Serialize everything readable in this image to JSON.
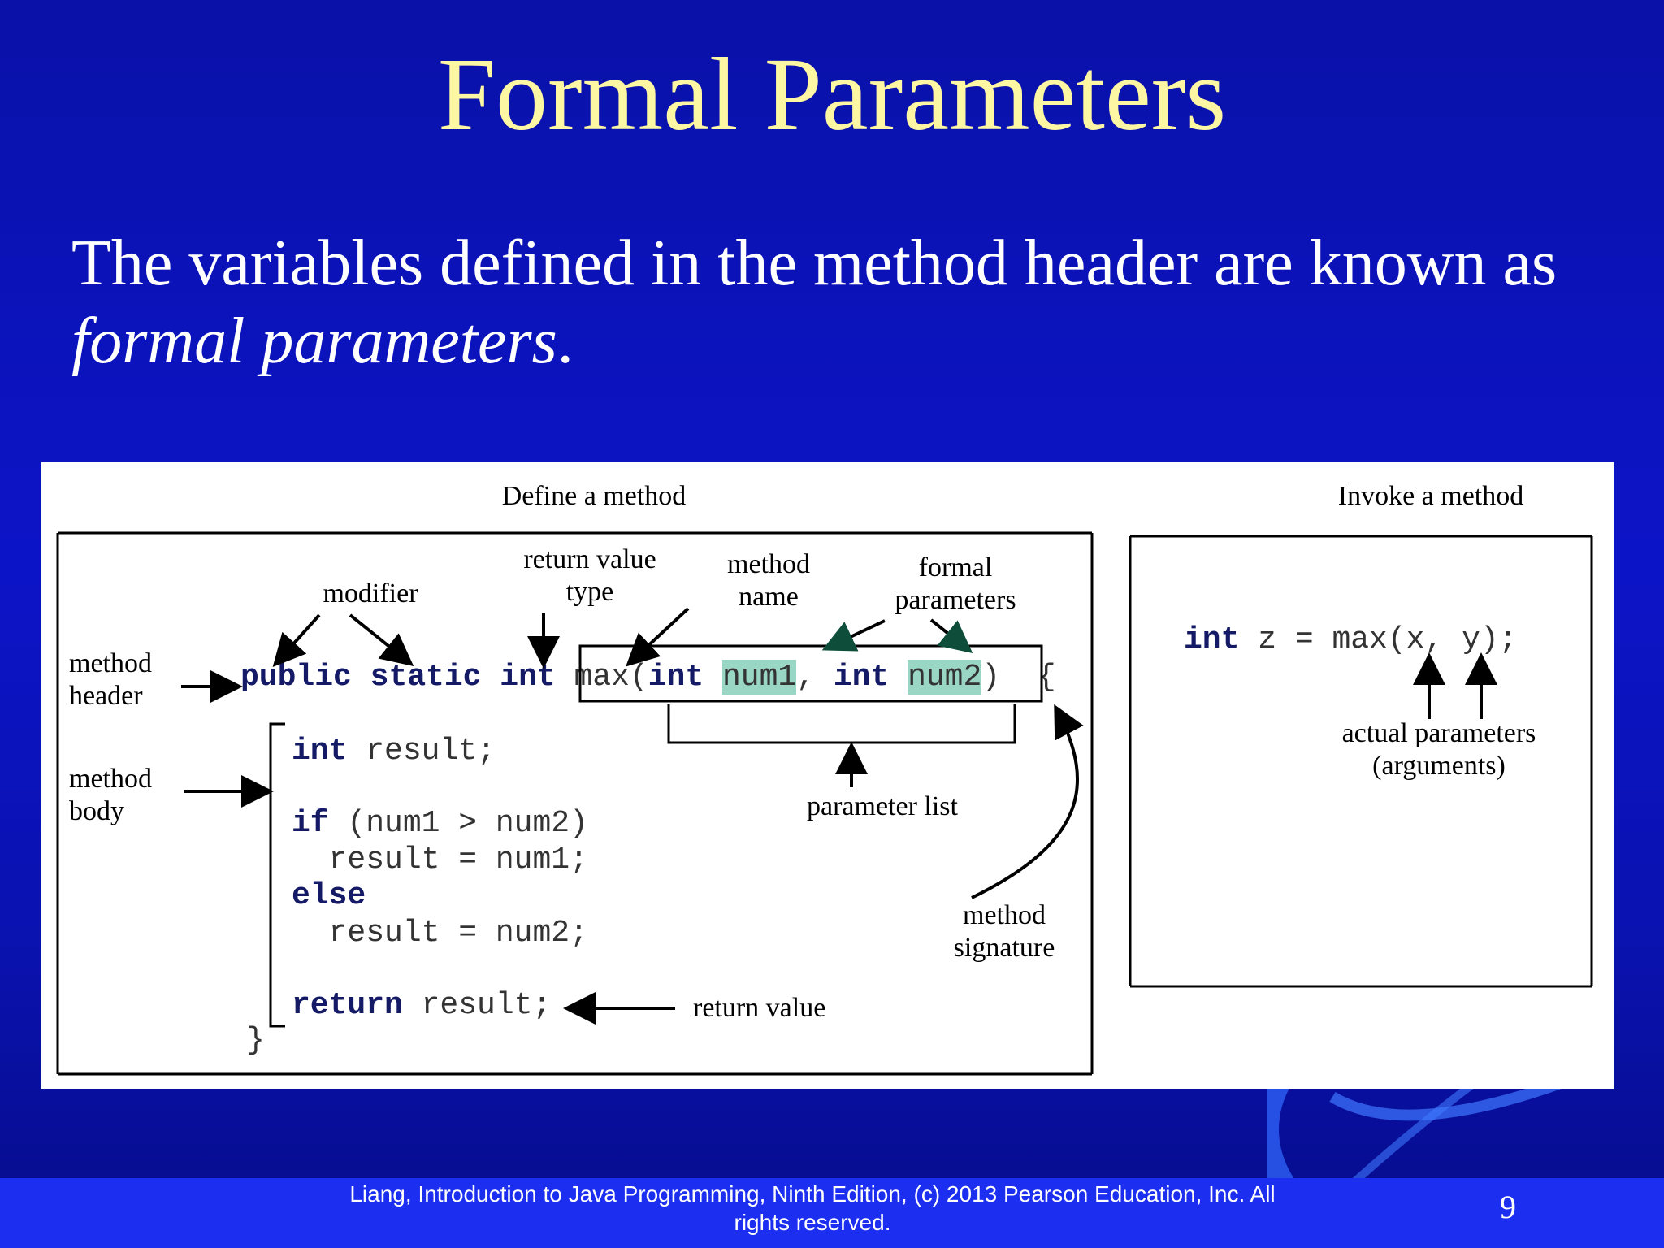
{
  "slide": {
    "title": "Formal Parameters",
    "intro_text": "The variables defined in the method header are known as ",
    "intro_emphasis": "formal parameters",
    "intro_end": ".",
    "footer_line1": "Liang, Introduction to Java Programming, Ninth Edition, (c) 2013 Pearson Education, Inc. All",
    "footer_line2": "rights reserved.",
    "page_number": "9"
  },
  "define": {
    "heading": "Define a method",
    "labels": {
      "modifier": "modifier",
      "return_type_1": "return value",
      "return_type_2": "type",
      "method_name_1": "method",
      "method_name_2": "name",
      "formal_params_1": "formal",
      "formal_params_2": "parameters",
      "method_header_1": "method",
      "method_header_2": "header",
      "method_body_1": "method",
      "method_body_2": "body",
      "parameter_list": "parameter list",
      "method_signature_1": "method",
      "method_signature_2": "signature",
      "return_value": "return value"
    },
    "code": {
      "kw_public": "public",
      "kw_static": "static",
      "kw_int": "int",
      "method_name": "max",
      "open_paren": "(",
      "param1_type": "int",
      "param1_name": "num1",
      "comma": ",",
      "param2_type": "int",
      "param2_name": "num2",
      "close_paren": ")",
      "open_brace": "{",
      "line_decl_kw": "int",
      "line_decl_rest": " result;",
      "line_if_kw": "if",
      "line_if_rest": " (num1 > num2)",
      "line_assign1": "  result = num1;",
      "line_else_kw": "else",
      "line_assign2": "  result = num2;",
      "line_return_kw": "return",
      "line_return_rest": " result;",
      "close_brace": "}"
    }
  },
  "invoke": {
    "heading": "Invoke a method",
    "code_kw": "int",
    "code_rest": " z = max(x, y);",
    "label_1": "actual parameters",
    "label_2": "(arguments)"
  },
  "colors": {
    "title": "#fdf6a3",
    "highlight": "#9ad6c4",
    "keyword": "#141a66"
  }
}
